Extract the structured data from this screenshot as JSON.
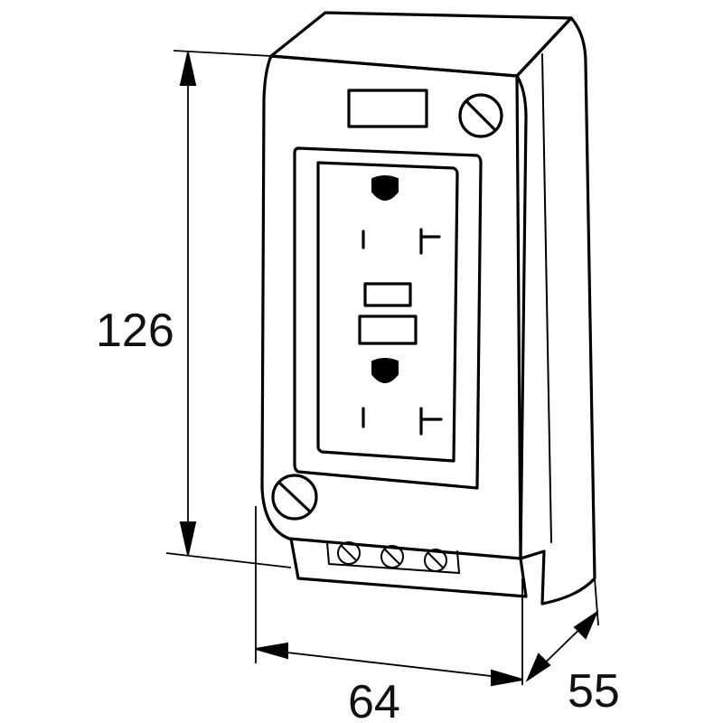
{
  "dimensions": {
    "height": "126",
    "width": "64",
    "depth": "55"
  }
}
